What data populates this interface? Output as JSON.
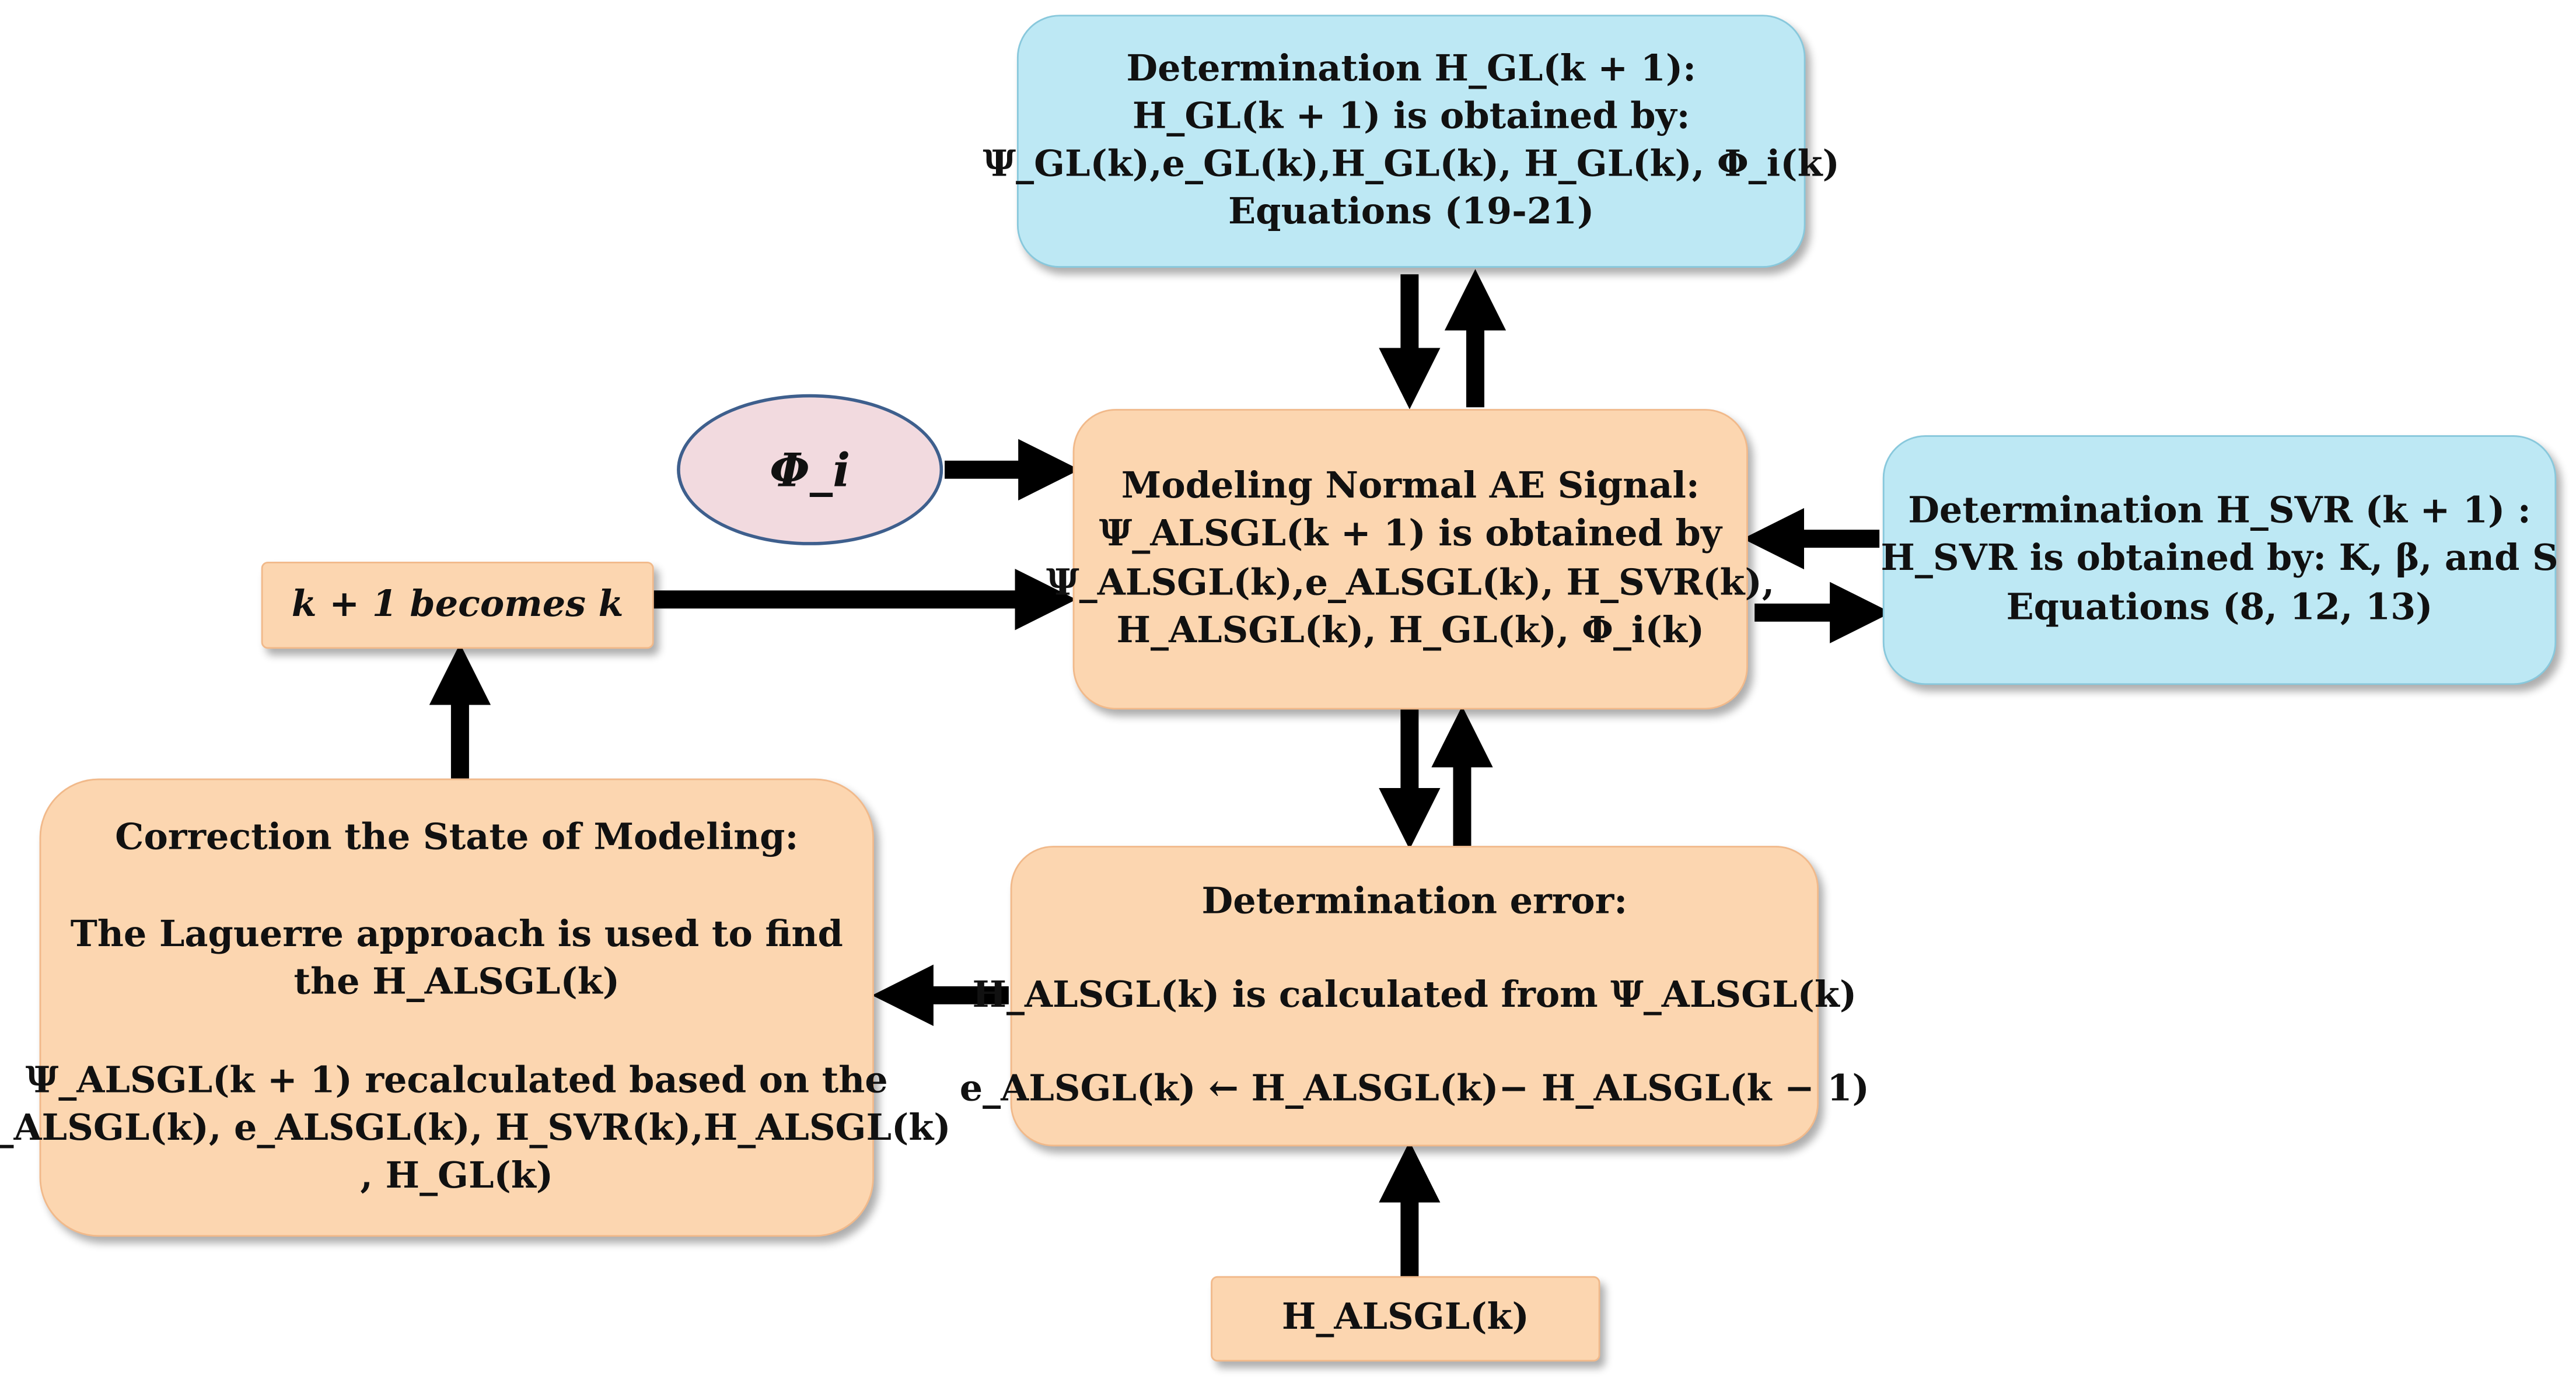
{
  "nodes": {
    "top": {
      "lines": [
        "Determination H_GL(k + 1):",
        "H_GL(k + 1) is obtained by:",
        "Ψ_GL(k),e_GL(k),H_GL(k), H_GL(k), Φ_i(k)",
        "Equations (19-21)"
      ]
    },
    "center": {
      "lines": [
        "Modeling Normal AE Signal:",
        "Ψ_ALSGL(k + 1) is obtained by",
        "Ψ_ALSGL(k),e_ALSGL(k), H_SVR(k),",
        "H_ALSGL(k), H_GL(k), Φ_i(k)"
      ]
    },
    "right": {
      "lines": [
        "Determination H_SVR (k + 1) :",
        "H_SVR is obtained by: K, β, and S",
        "Equations (8, 12, 13)"
      ]
    },
    "phi": {
      "label": "Φ_i"
    },
    "kbox": {
      "label": "k + 1 becomes k"
    },
    "correction": {
      "title": "Correction the State of Modeling:",
      "para1": [
        "The Laguerre approach is used to find",
        "the H_ALSGL(k)"
      ],
      "para2": [
        "Ψ_ALSGL(k + 1) recalculated based on the",
        "Ψ_ALSGL(k), e_ALSGL(k), H_SVR(k),H_ALSGL(k)",
        ", H_GL(k)"
      ]
    },
    "error": {
      "title": "Determination error:",
      "line1": "H_ALSGL(k) is calculated from Ψ_ALSGL(k)",
      "line2": "e_ALSGL(k) ← H_ALSGL(k)− H_ALSGL(k − 1)"
    },
    "bottom": {
      "label": "H_ALSGL(k)"
    }
  }
}
